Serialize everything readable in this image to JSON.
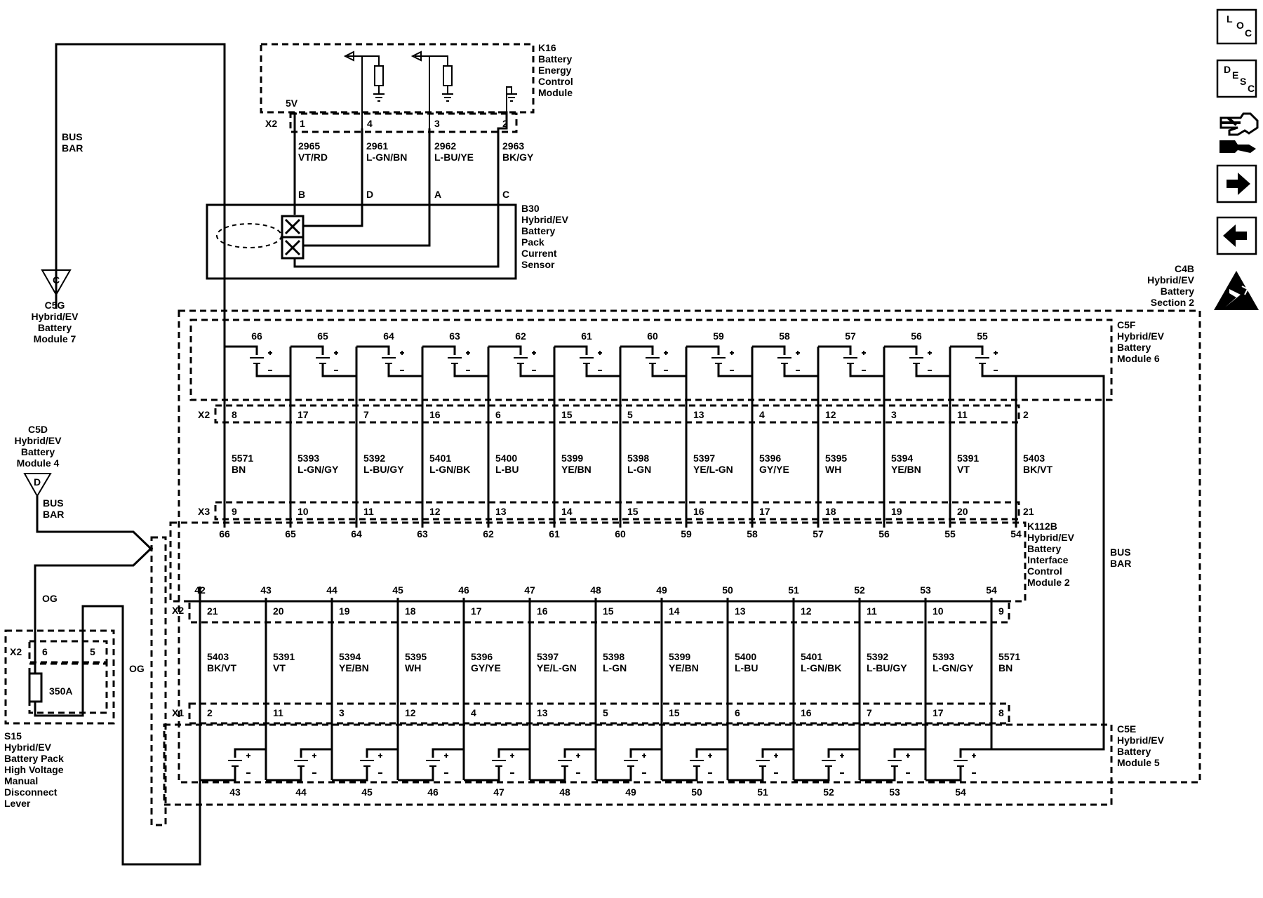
{
  "components": {
    "k16": {
      "id": "K16",
      "lines": [
        "Battery",
        "Energy",
        "Control",
        "Module"
      ]
    },
    "b30": {
      "id": "B30",
      "lines": [
        "Hybrid/EV",
        "Battery",
        "Pack",
        "Current",
        "Sensor"
      ]
    },
    "c5g": {
      "id": "C5G",
      "lines": [
        "Hybrid/EV",
        "Battery",
        "Module 7"
      ],
      "pin": "C"
    },
    "c5d": {
      "id": "C5D",
      "lines": [
        "Hybrid/EV",
        "Battery",
        "Module 4"
      ],
      "pin": "D"
    },
    "c4b": {
      "id": "C4B",
      "lines": [
        "Hybrid/EV",
        "Battery",
        "Section 2"
      ]
    },
    "c5f": {
      "id": "C5F",
      "lines": [
        "Hybrid/EV",
        "Battery",
        "Module 6"
      ]
    },
    "k112b": {
      "id": "K112B",
      "lines": [
        "Hybrid/EV",
        "Battery",
        "Interface",
        "Control",
        "Module 2"
      ]
    },
    "c5e": {
      "id": "C5E",
      "lines": [
        "Hybrid/EV",
        "Battery",
        "Module 5"
      ]
    },
    "s15": {
      "id": "S15",
      "lines": [
        "Hybrid/EV",
        "Battery Pack",
        "High Voltage",
        "Manual",
        "Disconnect",
        "Lever"
      ],
      "fuse": "350A",
      "connector": "X2",
      "pins": [
        "6",
        "5"
      ]
    }
  },
  "labels": {
    "bus_bar_top": [
      "BUS",
      "BAR"
    ],
    "bus_bar_mid": [
      "BUS",
      "BAR"
    ],
    "bus_bar_right": [
      "BUS",
      "BAR"
    ],
    "og1": "OG",
    "og2": "OG",
    "v5": "5V",
    "x2": "X2",
    "x3": "X3",
    "x1": "X1"
  },
  "k16_sensor": {
    "pins": [
      "1",
      "4",
      "3",
      "2"
    ],
    "circuits": [
      "2965",
      "2961",
      "2962",
      "2963"
    ],
    "colors": [
      "VT/RD",
      "L-GN/BN",
      "L-BU/YE",
      "BK/GY"
    ],
    "sensor_pins": [
      "B",
      "D",
      "A",
      "C"
    ]
  },
  "module6": {
    "cells": [
      "66",
      "65",
      "64",
      "63",
      "62",
      "61",
      "60",
      "59",
      "58",
      "57",
      "56",
      "55"
    ],
    "x2_pins": [
      "8",
      "17",
      "7",
      "16",
      "6",
      "15",
      "5",
      "13",
      "4",
      "12",
      "3",
      "11",
      "2"
    ],
    "circuits": [
      "5571",
      "5393",
      "5392",
      "5401",
      "5400",
      "5399",
      "5398",
      "5397",
      "5396",
      "5395",
      "5394",
      "5391",
      "5403"
    ],
    "colors": [
      "BN",
      "L-GN/GY",
      "L-BU/GY",
      "L-GN/BK",
      "L-BU",
      "YE/BN",
      "L-GN",
      "YE/L-GN",
      "GY/YE",
      "WH",
      "YE/BN",
      "VT",
      "BK/VT"
    ],
    "x3_pins": [
      "9",
      "10",
      "11",
      "12",
      "13",
      "14",
      "15",
      "16",
      "17",
      "18",
      "19",
      "20",
      "21"
    ],
    "k112_labels": [
      "66",
      "65",
      "64",
      "63",
      "62",
      "61",
      "60",
      "59",
      "58",
      "57",
      "56",
      "55",
      "54"
    ]
  },
  "module5": {
    "k112_labels": [
      "42",
      "43",
      "44",
      "45",
      "46",
      "47",
      "48",
      "49",
      "50",
      "51",
      "52",
      "53",
      "54"
    ],
    "x2_pins": [
      "21",
      "20",
      "19",
      "18",
      "17",
      "16",
      "15",
      "14",
      "13",
      "12",
      "11",
      "10",
      "9"
    ],
    "circuits": [
      "5403",
      "5391",
      "5394",
      "5395",
      "5396",
      "5397",
      "5398",
      "5399",
      "5400",
      "5401",
      "5392",
      "5393",
      "5571"
    ],
    "colors": [
      "BK/VT",
      "VT",
      "YE/BN",
      "WH",
      "GY/YE",
      "YE/L-GN",
      "L-GN",
      "YE/BN",
      "L-BU",
      "L-GN/BK",
      "L-BU/GY",
      "L-GN/GY",
      "BN"
    ],
    "x1_pins": [
      "2",
      "11",
      "3",
      "12",
      "4",
      "13",
      "5",
      "15",
      "6",
      "16",
      "7",
      "17",
      "8"
    ],
    "cells": [
      "43",
      "44",
      "45",
      "46",
      "47",
      "48",
      "49",
      "50",
      "51",
      "52",
      "53",
      "54"
    ]
  },
  "nav": {
    "loc": [
      "L",
      "O",
      "C"
    ],
    "desc": [
      "D",
      "E",
      "S",
      "C"
    ],
    "icons": [
      "wrench-hand-icon",
      "arrow-right-icon",
      "arrow-left-icon",
      "high-voltage-warning-icon"
    ]
  }
}
